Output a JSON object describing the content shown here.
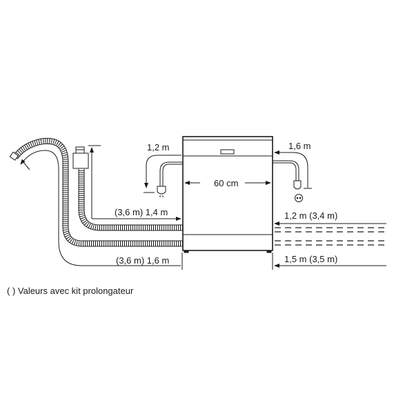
{
  "diagram": {
    "title": "Dishwasher connection dimensions",
    "appliance": {
      "width_label": "60 cm"
    },
    "power_cords": {
      "left": {
        "label": "1,2 m"
      },
      "right": {
        "label": "1,6 m"
      }
    },
    "hoses_left": {
      "inlet": {
        "label": "(3,6 m) 1,4 m"
      },
      "drain": {
        "label": "(3,6 m) 1,6 m"
      }
    },
    "hoses_right": {
      "inlet": {
        "label": "1,2 m (3,4 m)"
      },
      "drain": {
        "label": "1,5 m (3,5 m)"
      }
    },
    "footnote": "( ) Valeurs avec kit prolongateur",
    "colors": {
      "stroke": "#1a1a1a",
      "background": "#ffffff"
    }
  }
}
